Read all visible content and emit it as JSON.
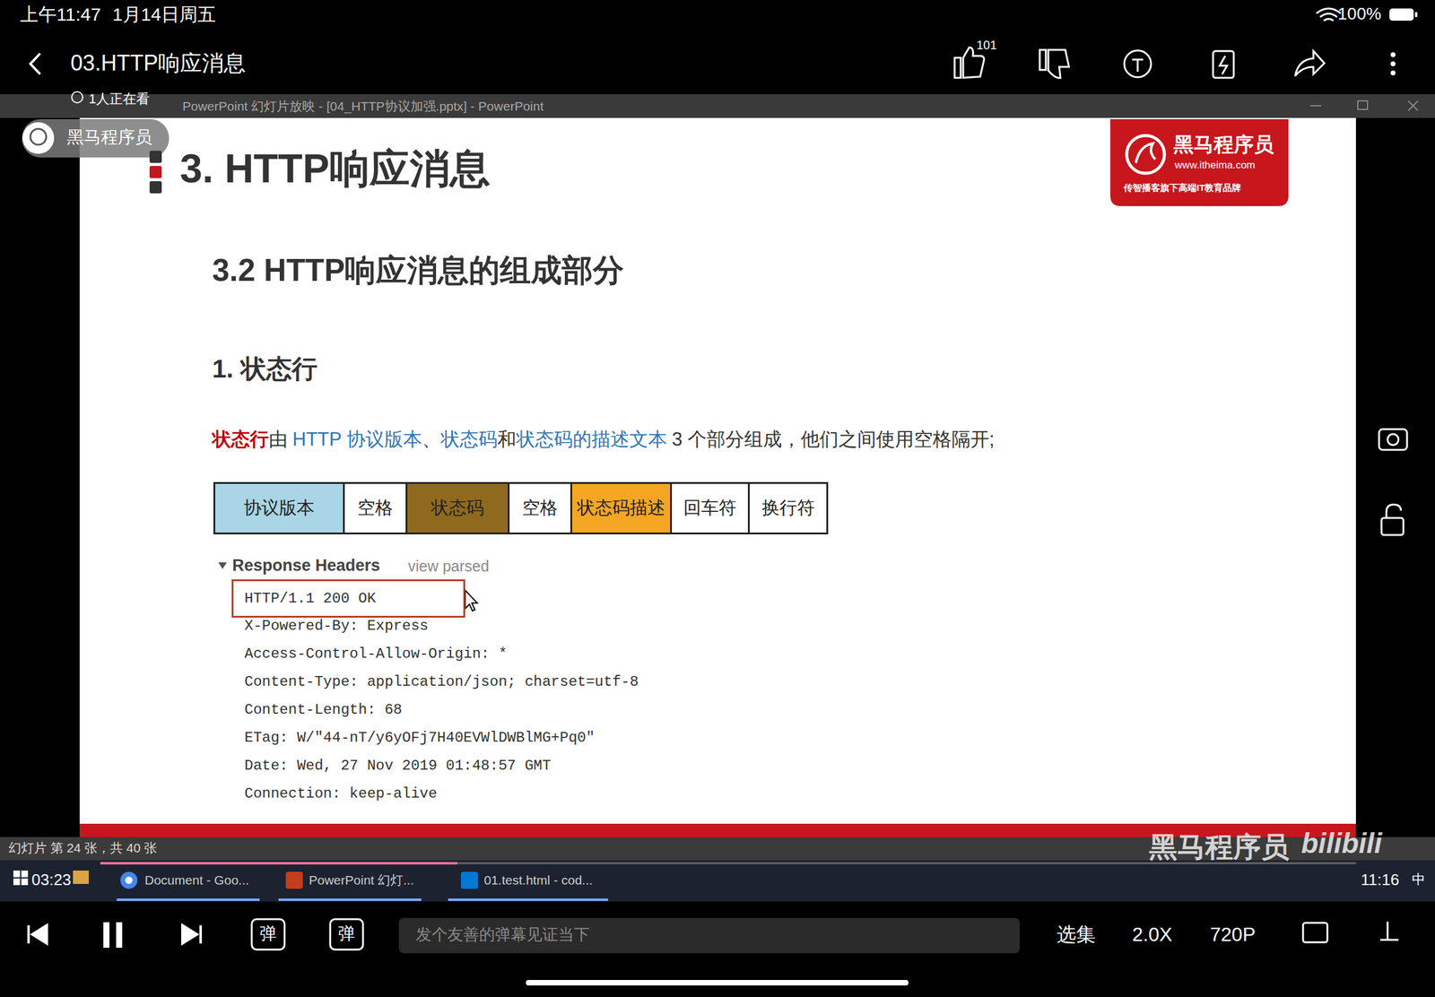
{
  "diagram": {
    "title": "3. HTTP响应消息",
    "nodes": [
      {
        "text": [
          "协议版本"
        ]
      },
      {
        "text": [
          "空格"
        ]
      },
      {
        "text": [
          "状态码"
        ]
      },
      {
        "text": [
          "空格"
        ]
      },
      {
        "text": [
          "状态码描述"
        ]
      },
      {
        "text": [
          "回车符"
        ]
      },
      {
        "text": [
          "换行符"
        ]
      },
      {
        "text": [
          "HTTP/1.1 200 OK"
        ]
      }
    ],
    "labels": [
      "上午11:47",
      "1月14日周五",
      "100%",
      "03.HTTP响应消息",
      "101",
      "1人正在看",
      "PowerPoint 幻灯片放映 - [04_HTTP协议加强.pptx] - PowerPoint",
      "黑马程序员",
      "黑马程序员",
      "www.itheima.com",
      "传智播客旗下高端IT教育品牌",
      "3.2 HTTP响应消息的组成部分",
      "1. 状态行",
      "状态行",
      "由",
      "HTTP 协议版本",
      "、",
      "状态码",
      "和",
      "状态码的描述文本",
      "3 个部分组成，他们之间使用空格隔开;",
      "Response Headers",
      "view parsed",
      "X-Powered-By: Express",
      "Access-Control-Allow-Origin: *",
      "Content-Type: application/json; charset=utf-8",
      "Content-Length: 68",
      "ETag: W/\"44-nT/y6yOFj7H40EVWlDWBlMG+Pq0\"",
      "Date: Wed, 27 Nov 2019 01:48:57 GMT",
      "Connection: keep-alive",
      "幻灯片 第 24 张，共 40 张",
      "黑马程序员",
      "bilibili",
      "03:23",
      "Document - Goo...",
      "PowerPoint 幻灯...",
      "01.test.html - cod...",
      "11:16",
      "中",
      "弹",
      "弹",
      "发个友善的弹幕见证当下",
      "选集",
      "2.0X",
      "720P"
    ]
  }
}
